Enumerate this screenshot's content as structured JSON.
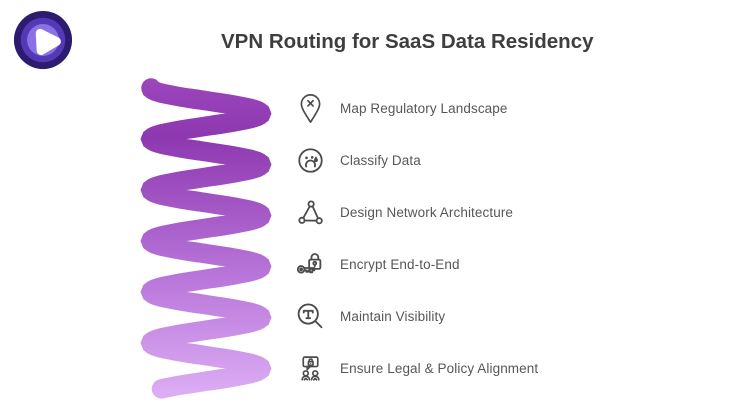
{
  "header": {
    "title": "VPN Routing for SaaS Data Residency"
  },
  "logo": {
    "name": "purevpn-brand-mark",
    "outer_color": "#2D1B70",
    "ring_color": "#5439B6",
    "inner_ring_color": "#8B72E4",
    "mark_color": "#FFFFFF"
  },
  "spiral": {
    "description": "descending coil",
    "stops": [
      {
        "at": 0,
        "color": "#9C46BC"
      },
      {
        "at": 0.18,
        "color": "#8E38B0"
      },
      {
        "at": 0.6,
        "color": "#B773D8"
      },
      {
        "at": 1,
        "color": "#DDAEF5"
      }
    ]
  },
  "steps": [
    {
      "icon": "map-pin-x-icon",
      "label": "Map Regulatory Landscape"
    },
    {
      "icon": "sad-face-tear-icon",
      "label": "Classify Data"
    },
    {
      "icon": "network-triangle-icon",
      "label": "Design Network Architecture"
    },
    {
      "icon": "lock-and-key-icon",
      "label": "Encrypt End-to-End"
    },
    {
      "icon": "magnifier-t-icon",
      "label": "Maintain Visibility"
    },
    {
      "icon": "people-lock-chat-icon",
      "label": "Ensure Legal & Policy Alignment"
    }
  ],
  "colors": {
    "background": "#FFFFFF",
    "title": "#3E3E3E",
    "label": "#575757",
    "icon": "#4C4C4C"
  }
}
